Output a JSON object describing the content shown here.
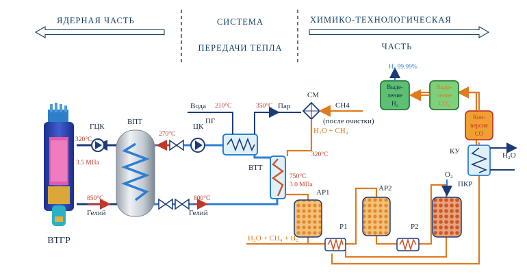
{
  "header": {
    "nuclear": "ЯДЕРНАЯ ЧАСТЬ",
    "system_line1": "СИСТЕМА",
    "system_line2": "ПЕРЕДАЧИ ТЕПЛА",
    "chem_line1": "ХИМИКО-ТЕХНОЛОГИЧЕСКАЯ",
    "chem_line2": "ЧАСТЬ"
  },
  "reactor": {
    "label": "ВТГР"
  },
  "components": {
    "gck": "ГЦК",
    "vpt": "ВПТ",
    "ck": "ЦК",
    "pg": "ПГ",
    "vtt": "ВТТ",
    "sm": "СМ",
    "ar1": "АР1",
    "ar2": "АР2",
    "pkr": "ПКР",
    "ku": "КУ",
    "p1": "Р1",
    "p2": "Р2"
  },
  "labels": {
    "water": "Вода",
    "steam": "Пар",
    "helium_left": "Гелий",
    "helium_right": "Гелий",
    "ch4": "СН4",
    "ch4_note": "(после очистки)",
    "h2o_ch4": "H₂O + CH₄",
    "h2o_ch4_h2": "H₂O + CH₄ + H₂",
    "o2": "O₂",
    "h2o_out": "H₂O",
    "h2_purity": "H₂ 99.99%"
  },
  "values": {
    "t_320_reactor": "320°C",
    "p_35": "3.5 МПа",
    "t_850": "850°C",
    "t_270": "270°C",
    "t_800": "800°C",
    "t_210": "210°C",
    "t_350": "350°C",
    "t_320_vtt": "320°C",
    "t_750": "750°C",
    "p_30": "3.0 МПа"
  },
  "boxes": {
    "h2_sep": [
      "Выде-",
      "ление",
      "H₂"
    ],
    "co2_sep": [
      "Выде-",
      "ление",
      "CO₂"
    ],
    "co_conv": [
      "Кон-",
      "версия",
      "CO"
    ]
  },
  "colors": {
    "header_text": "#0f3f66",
    "pipe_blue": "#2b7fd4",
    "pipe_dark": "#1b3c78",
    "pipe_orange": "#e07a1f",
    "temp_red": "#c0392b",
    "box_green": "#5cbf72",
    "box_orange": "#f0a030"
  }
}
